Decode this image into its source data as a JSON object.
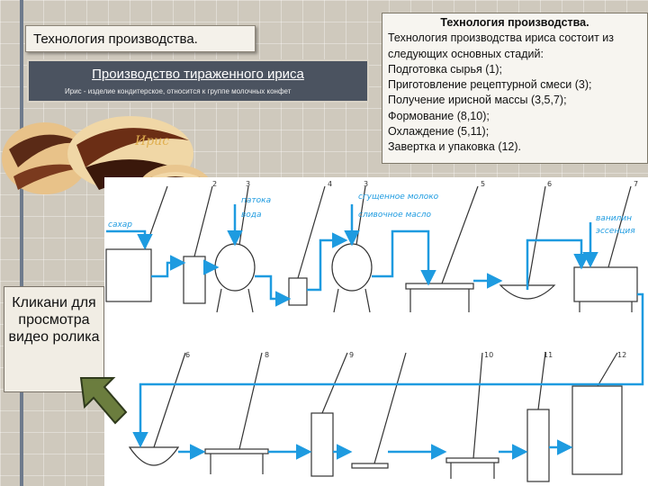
{
  "slide": {
    "title": "Технология производства.",
    "banner_title": "Производство тираженного ириса",
    "banner_subtitle": "Ирис - изделие кондитерское, относится к группе молочных конфет",
    "click_hint": "Кликани для просмотра видео ролика"
  },
  "info": {
    "title": "Технология производства.",
    "lines": [
      "Технология производства ириса состоит из",
      "следующих основных стадий:",
      "Подготовка сырья (1);",
      "Приготовление рецептурной смеси (3);",
      "Получение ирисной массы (3,5,7);",
      "Формование (8,10);",
      "Охлаждение (5,11);",
      "Завертка и упаковка (12)."
    ]
  },
  "diagram": {
    "labels": {
      "sugar": "сахар",
      "molasses": "патока",
      "water": "вода",
      "condensed_milk": "сгущенное молоко",
      "butter": "сливочное масло",
      "vanillin": "ванилин",
      "essence": "эссенция"
    },
    "numbers_top": [
      "2",
      "3",
      "4",
      "3",
      "5",
      "6",
      "7"
    ],
    "numbers_bottom": [
      "6",
      "8",
      "9",
      "10",
      "11",
      "12"
    ],
    "flow_color": "#1e9be0"
  },
  "candy_label": "Ирис"
}
